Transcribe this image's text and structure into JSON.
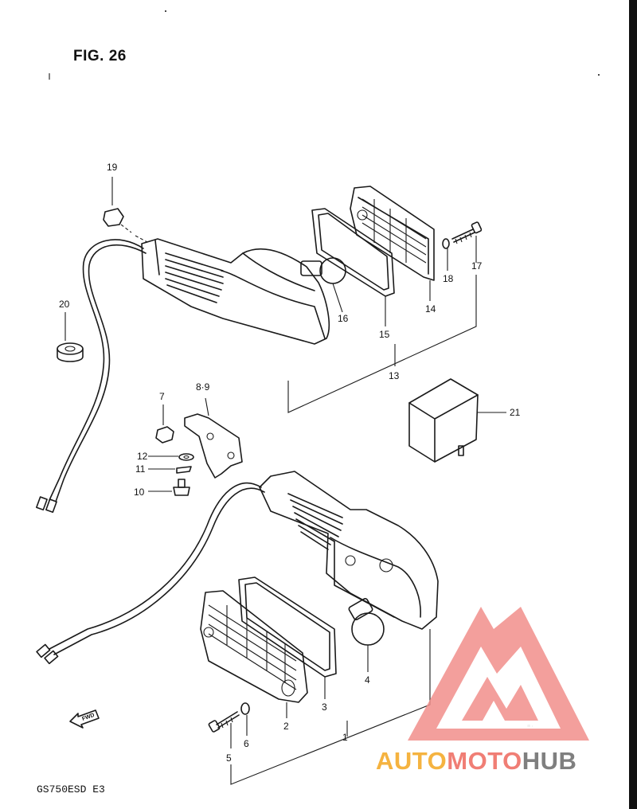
{
  "figure": {
    "title": "FIG. 26",
    "model": "GS750ESD E3",
    "fwd_label": "FWD"
  },
  "watermark": {
    "parts": [
      "AUTO",
      "MOTO",
      "HUB"
    ],
    "colors": {
      "auto": "#f5b340",
      "moto": "#f07e75",
      "hub": "#7f7f7f",
      "logo": "#f28f8b"
    }
  },
  "callouts": {
    "c1": "1",
    "c2": "2",
    "c3": "3",
    "c4": "4",
    "c5": "5",
    "c6": "6",
    "c7": "7",
    "c8_9": "8·9",
    "c10": "10",
    "c11": "11",
    "c12": "12",
    "c13": "13",
    "c14": "14",
    "c15": "15",
    "c16": "16",
    "c17": "17",
    "c18": "18",
    "c19": "19",
    "c20": "20",
    "c21": "21"
  }
}
